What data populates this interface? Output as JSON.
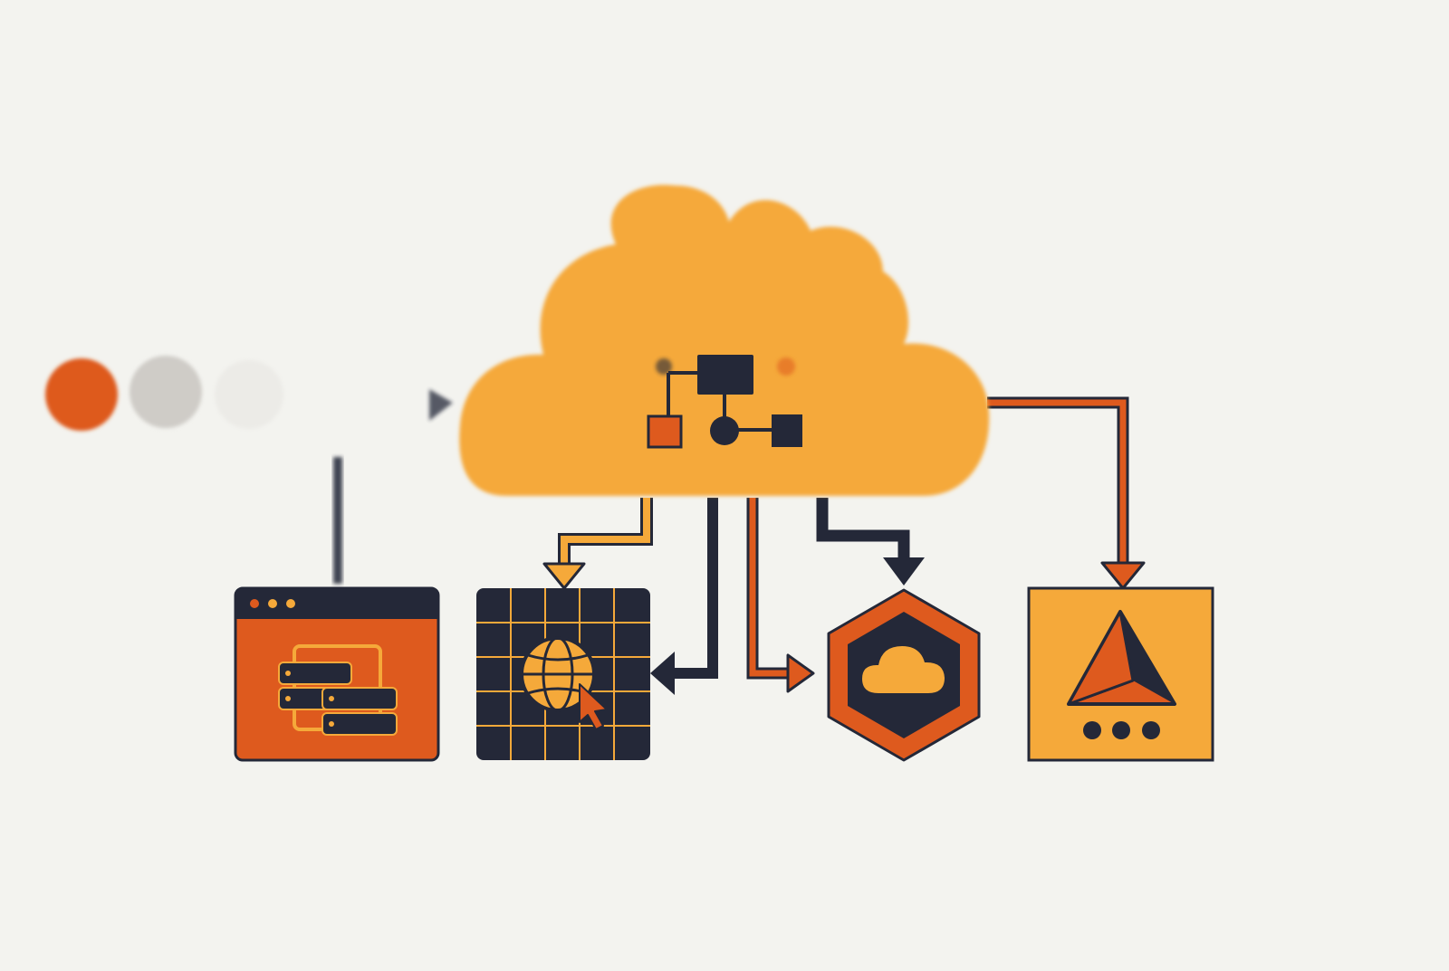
{
  "colors": {
    "background": "#f3f3ef",
    "orange": "#de5a1e",
    "amber": "#f5a93a",
    "navy": "#242838",
    "gray": "#cfccc7",
    "light": "#ecebe7"
  },
  "palette": {
    "swatches": [
      {
        "color": "#de5a1e",
        "label": ""
      },
      {
        "color": "#cfccc7",
        "label": ""
      },
      {
        "color": "#ecebe7",
        "label": ""
      }
    ]
  },
  "diagram": {
    "hub": {
      "icon": "cloud-network-icon"
    },
    "nodes": [
      {
        "id": "server-window",
        "icon": "server-stack-icon"
      },
      {
        "id": "web-grid",
        "icon": "globe-cursor-icon"
      },
      {
        "id": "cloud-hexagon",
        "icon": "cloud-icon"
      },
      {
        "id": "pyramid-box",
        "icon": "pyramid-icon"
      }
    ]
  }
}
